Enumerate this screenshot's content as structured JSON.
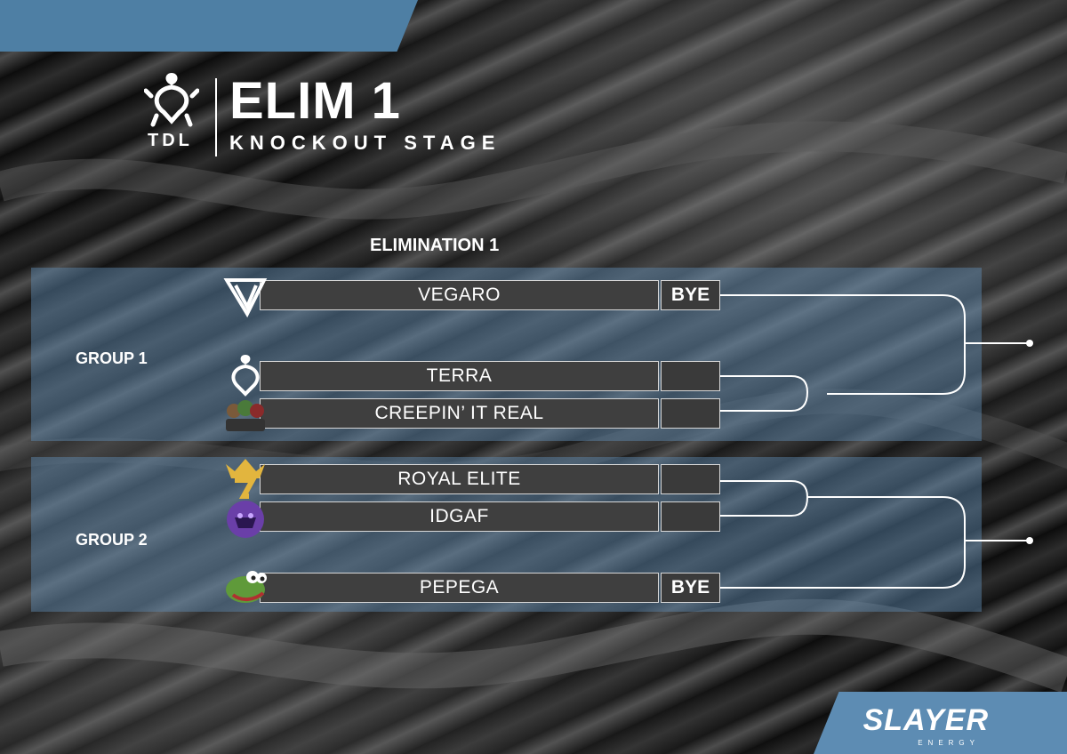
{
  "header": {
    "brand": "TDL",
    "title": "ELIM 1",
    "subtitle": "KNOCKOUT STAGE"
  },
  "section_title": "ELIMINATION 1",
  "groups": [
    {
      "label": "GROUP 1"
    },
    {
      "label": "GROUP 2"
    }
  ],
  "matches": [
    {
      "team": "VEGARO",
      "score": "BYE",
      "logo": "vegaro-logo"
    },
    {
      "team": "TERRA",
      "score": "",
      "logo": "terra-turtle-logo"
    },
    {
      "team": "CREEPIN’ IT REAL",
      "score": "",
      "logo": "creepin-it-real-logo"
    },
    {
      "team": "ROYAL ELITE",
      "score": "",
      "logo": "royal-elite-crown-logo"
    },
    {
      "team": "IDGAF",
      "score": "",
      "logo": "idgaf-logo"
    },
    {
      "team": "PEPEGA",
      "score": "BYE",
      "logo": "pepega-frog-logo"
    }
  ],
  "sponsor": {
    "name": "SLAYER",
    "tagline": "ENERGY"
  },
  "colors": {
    "accent": "#4e7fa4",
    "panel": "#5f8cb4",
    "bar": "#3f3f3f"
  }
}
